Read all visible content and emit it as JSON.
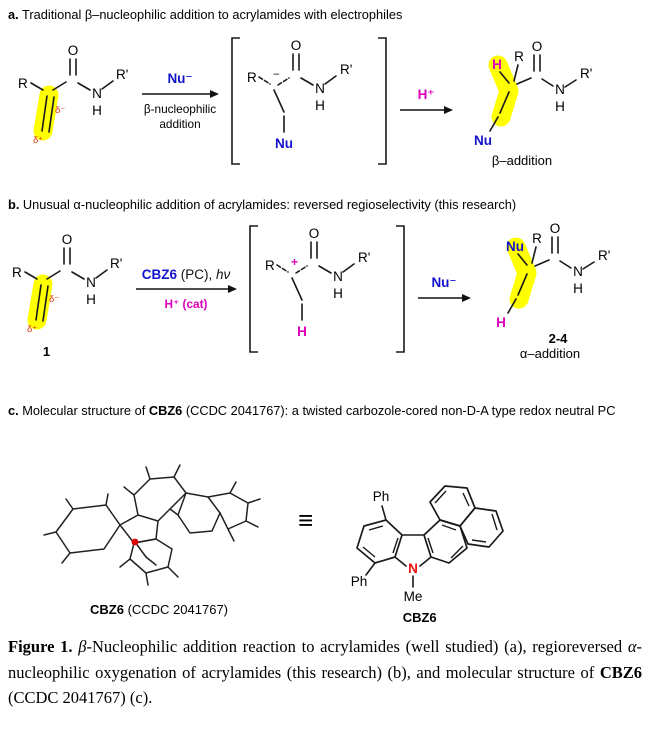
{
  "figure": {
    "panel_a": {
      "header_label": "a.",
      "header_text": " Traditional β–nucleophilic addition to acrylamides with electrophiles",
      "arrow1_top": "Nu⁻",
      "arrow1_bottom_line1": "β-nucleophilic",
      "arrow1_bottom_line2": "addition",
      "arrow2_top": "H⁺",
      "product_label": "β–addition"
    },
    "panel_b": {
      "header_label": "b.",
      "header_text": " Unusual α-nucleophilic addition of acrylamides: reversed regioselectivity (this research)",
      "sm_number": "1",
      "arrow1_top_pc": "CBZ6",
      "arrow1_top_mid": " (PC), ",
      "arrow1_top_light": "hν",
      "arrow1_bottom": "H⁺ (cat)",
      "arrow2_top": "Nu⁻",
      "product_number": "2-4",
      "product_label": "α–addition"
    },
    "panel_c": {
      "header_label": "c.",
      "header_text_1": " Molecular structure of ",
      "header_bold": "CBZ6",
      "header_text_2": " (CCDC 2041767): a twisted carbozole-cored non-D-A type redox neutral PC",
      "xray_label_bold": "CBZ6",
      "xray_label_text": " (CCDC 2041767)",
      "equiv_sign": "≡",
      "structure_label": "CBZ6"
    },
    "atoms": {
      "R": "R",
      "R_prime": "R'",
      "O": "O",
      "N": "N",
      "H": "H",
      "Nu": "Nu",
      "Me": "Me",
      "Ph": "Ph",
      "delta_minus": "δ⁻",
      "delta_plus": "δ⁺",
      "minus_charge": "−",
      "plus_charge": "+"
    },
    "caption": {
      "fig_label": "Figure 1.",
      "space": " ",
      "beta": "β",
      "text_1": "-Nucleophilic addition reaction to acrylamides (well studied) (a), regioreversed ",
      "alpha": "α",
      "text_2": "-nucleophilic oxygenation of acrylamides (this research) (b), and molecular structure of ",
      "bold": "CBZ6",
      "text_3": " (CCDC 2041767) (c)."
    },
    "colors": {
      "nucleophile_blue": "#1212cc",
      "electrophile_magenta": "#dd00bb",
      "label_red": "#ee1111",
      "highlight_yellow": "#ffff00",
      "nitrogen_red": "#ee1111"
    }
  }
}
